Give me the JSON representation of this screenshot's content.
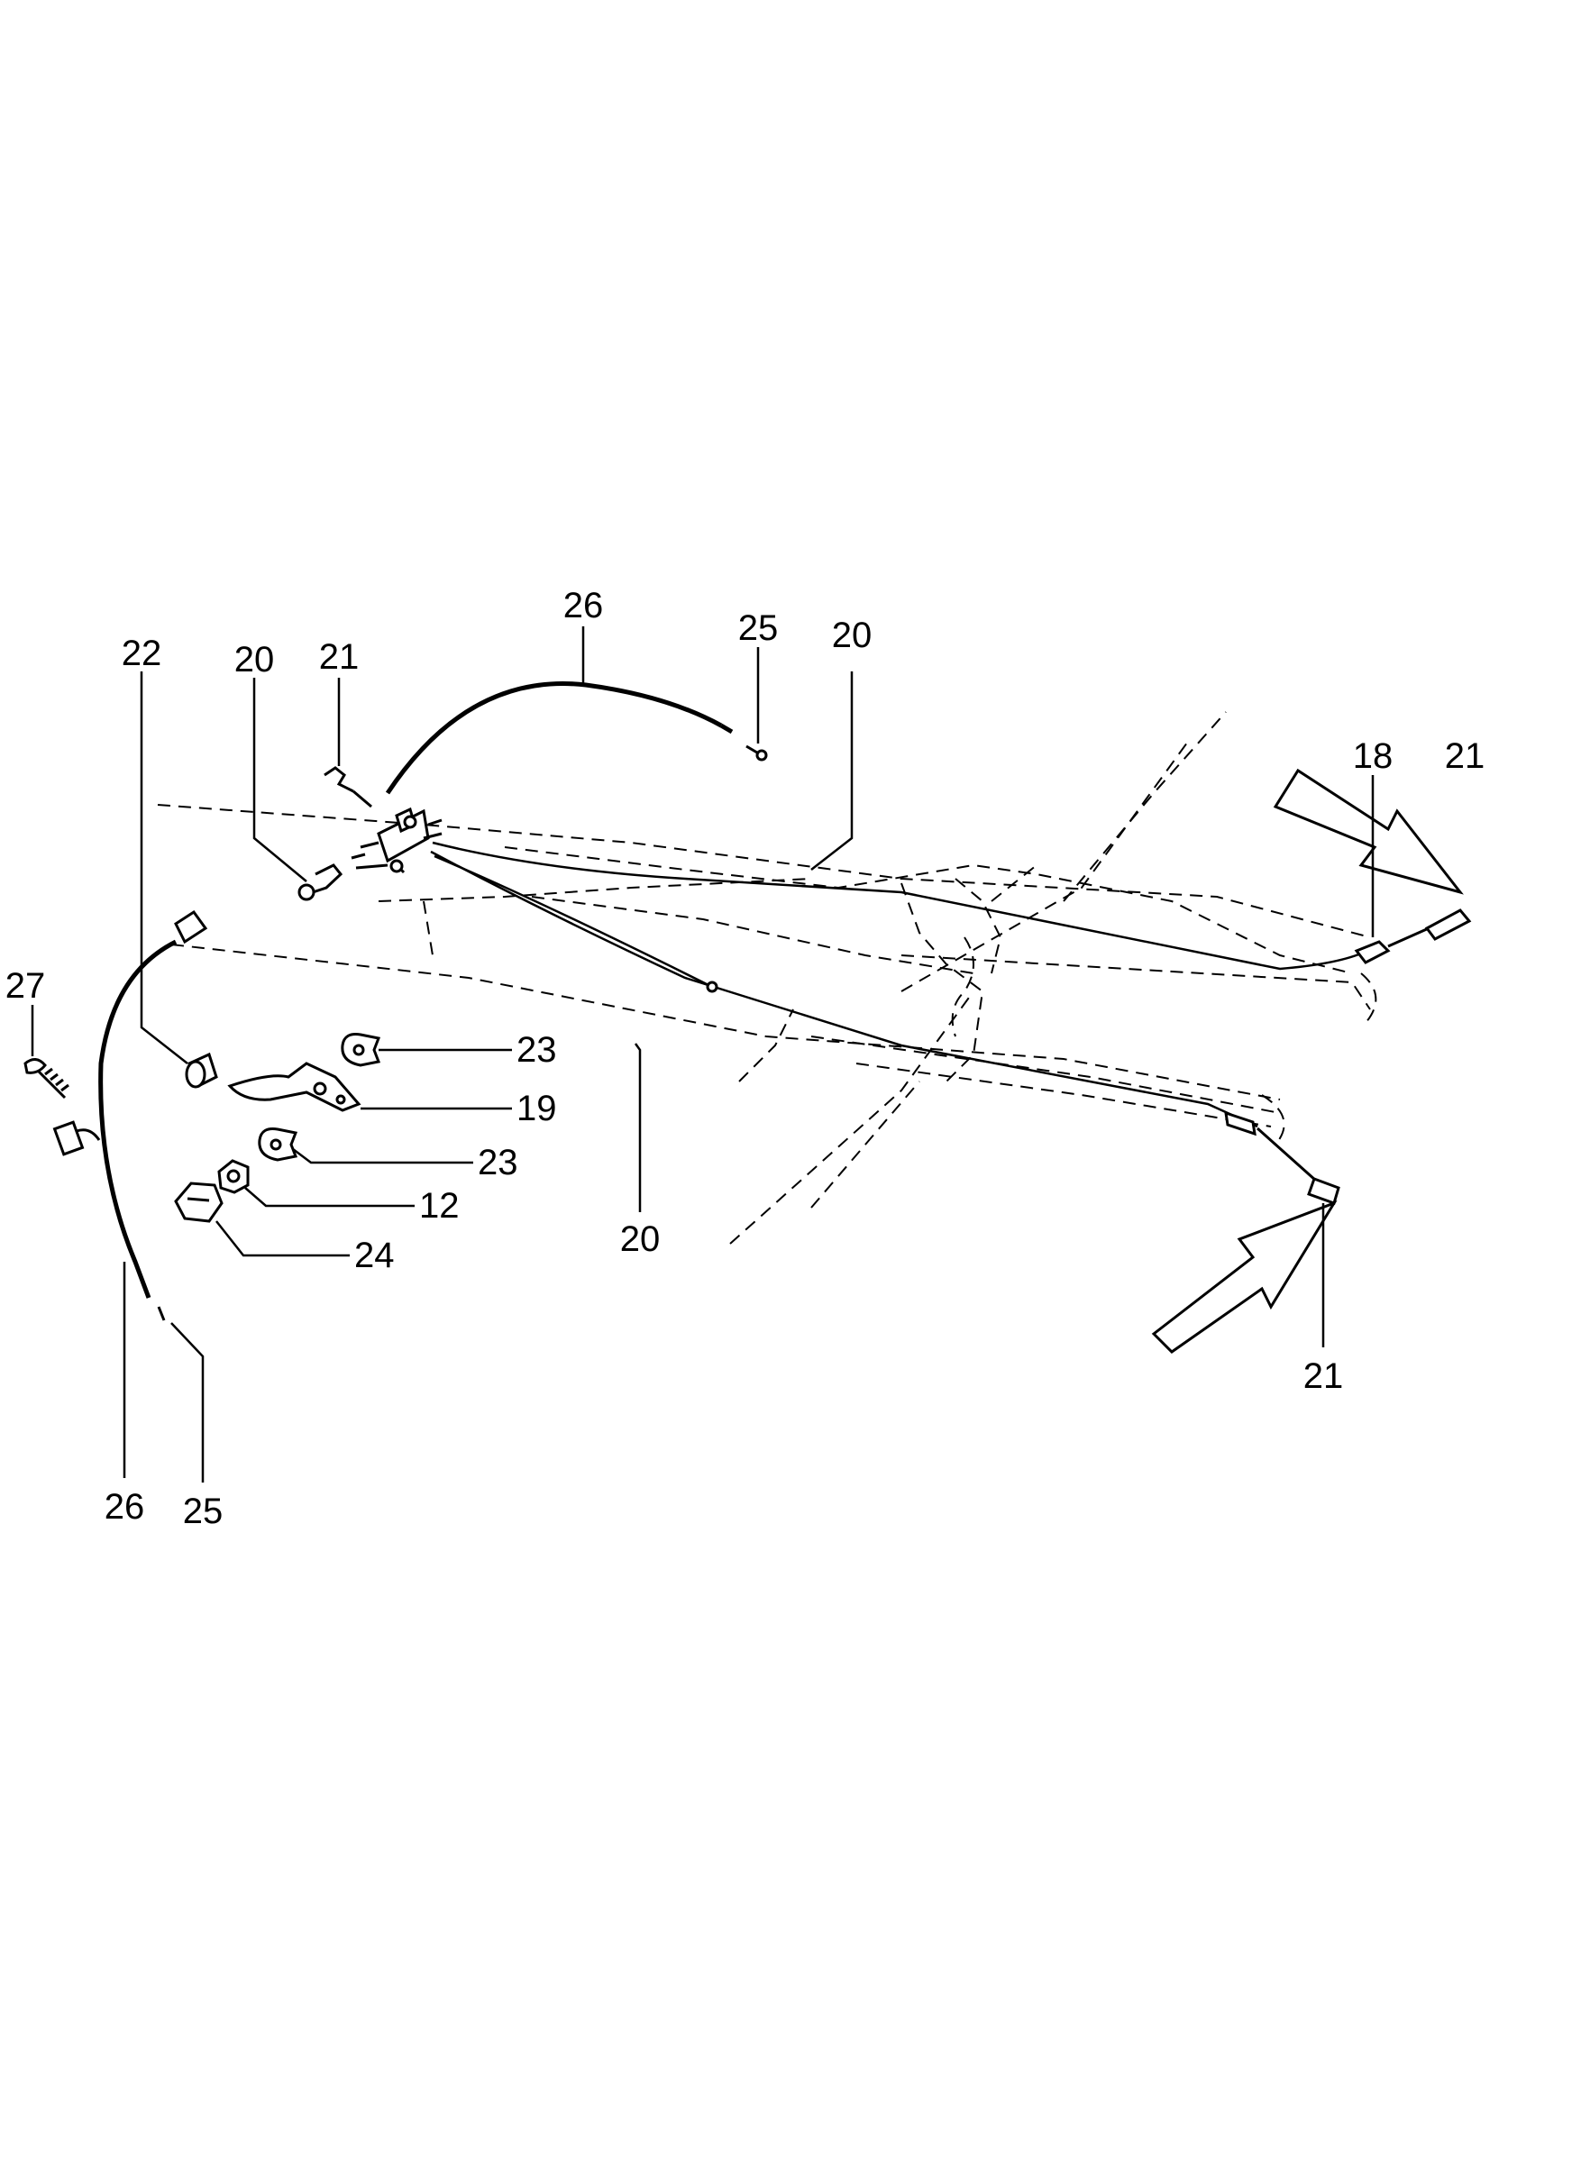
{
  "callouts": [
    {
      "id": "c-22",
      "text": "22"
    },
    {
      "id": "c-20-a",
      "text": "20"
    },
    {
      "id": "c-21-a",
      "text": "21"
    },
    {
      "id": "c-26-a",
      "text": "26"
    },
    {
      "id": "c-25-a",
      "text": "25"
    },
    {
      "id": "c-20-b",
      "text": "20"
    },
    {
      "id": "c-18",
      "text": "18"
    },
    {
      "id": "c-21-b",
      "text": "21"
    },
    {
      "id": "c-27",
      "text": "27"
    },
    {
      "id": "c-23-a",
      "text": "23"
    },
    {
      "id": "c-19",
      "text": "19"
    },
    {
      "id": "c-23-b",
      "text": "23"
    },
    {
      "id": "c-12",
      "text": "12"
    },
    {
      "id": "c-24",
      "text": "24"
    },
    {
      "id": "c-20-c",
      "text": "20"
    },
    {
      "id": "c-21-c",
      "text": "21"
    },
    {
      "id": "c-26-b",
      "text": "26"
    },
    {
      "id": "c-25-b",
      "text": "25"
    }
  ]
}
